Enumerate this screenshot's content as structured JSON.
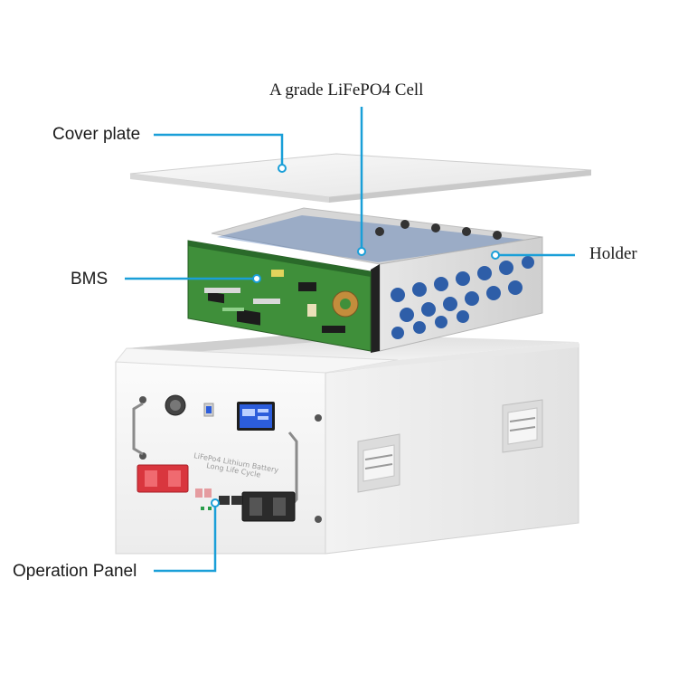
{
  "callouts": {
    "cell": "A grade LiFePO4 Cell",
    "cover": "Cover plate",
    "holder": "Holder",
    "bms": "BMS",
    "panel": "Operation Panel"
  },
  "product_print": {
    "line1": "LiFePo4 Lithium Battery",
    "line2": "Long Life Cycle"
  },
  "colors": {
    "leader": "#1a9fd8",
    "pcb": "#3f8f3a",
    "holder_hole": "#2e5ea8",
    "terminal_pos": "#d9363e",
    "terminal_neg": "#2b2b2b",
    "lcd": "#2c5ddb"
  }
}
